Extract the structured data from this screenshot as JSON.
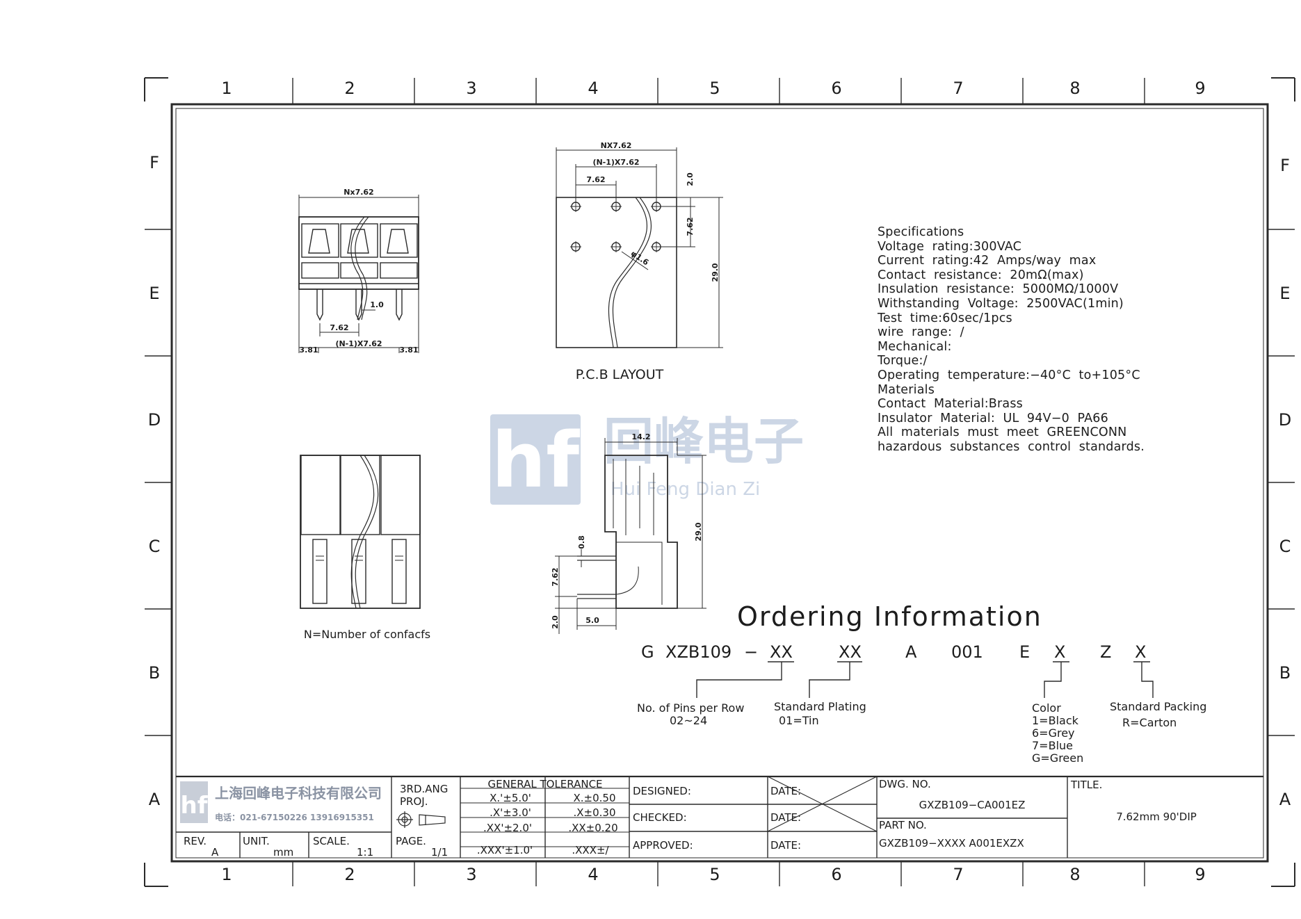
{
  "frame": {
    "columns": [
      "1",
      "2",
      "3",
      "4",
      "5",
      "6",
      "7",
      "8",
      "9"
    ],
    "rows": [
      "F",
      "E",
      "D",
      "C",
      "B",
      "A"
    ]
  },
  "watermark": {
    "logo_text": "hf",
    "chinese": "回峰电子",
    "pinyin": "Hui Feng Dian Zi"
  },
  "front_view": {
    "dim_top": "Nx7.62",
    "dim_pitch": "7.62",
    "dim_span": "(N-1)X7.62",
    "dim_edge_left": "3.81",
    "dim_edge_right": "3.81",
    "dim_pin": "1.0"
  },
  "pcb_layout": {
    "dim_total": "NX7.62",
    "dim_span": "(N-1)X7.62",
    "dim_pitch": "7.62",
    "dim_top_offset": "2.0",
    "dim_row_pitch": "7.62",
    "dim_height": "29.0",
    "dim_hole": "φ1.6",
    "caption": "P.C.B  LAYOUT"
  },
  "bottom_view": {
    "caption": "N=Number  of  confacfs"
  },
  "side_view": {
    "dim_width": "14.2",
    "dim_height": "29.0",
    "dim_pin_thk": "0.8",
    "dim_row_pitch": "7.62",
    "dim_bottom": "2.0",
    "dim_pin_len": "5.0"
  },
  "specifications": [
    "Specifications",
    "Voltage  rating:300VAC",
    "Current  rating:42  Amps/way  max",
    "Contact  resistance:  20mΩ(max)",
    "Insulation  resistance:  5000MΩ/1000V",
    "Withstanding  Voltage:  2500VAC(1min)",
    "Test  time:60sec/1pcs",
    "wire  range:  /",
    "Mechanical:",
    "Torque:/",
    "Operating  temperature:−40°C  to+105°C",
    "Materials",
    "Contact  Material:Brass",
    "Insulator  Material:  UL  94V−0  PA66",
    "All  materials  must  meet  GREENCONN",
    "hazardous  substances  control  standards."
  ],
  "ordering": {
    "title": "Ordering  Information",
    "code_parts": [
      "G",
      "XZB109",
      "−",
      "XX",
      "XX",
      "A",
      "001",
      "E",
      "X",
      "Z",
      "X"
    ],
    "pins_label": "No.  of  Pins  per  Row",
    "pins_range": "02~24",
    "plating_label": "Standard  Plating",
    "plating_value": "01=Tin",
    "color_label": "Color",
    "color_options": [
      "1=Black",
      "6=Grey",
      "7=Blue",
      "G=Green"
    ],
    "packing_label": "Standard  Packing",
    "packing_value": "R=Carton"
  },
  "title_block": {
    "company_cn": "上海回峰电子科技有限公司",
    "company_phone": "电话：021-67150226  13916915351",
    "projection_line1": "3RD.ANG",
    "projection_line2": "PROJ.",
    "tolerance_header": "GENERAL  TOLERANCE",
    "tolerance_rows": [
      [
        "X.'±5.0'",
        "X.±0.50"
      ],
      [
        ".X'±3.0'",
        ".X±0.30"
      ],
      [
        ".XX'±2.0'",
        ".XX±0.20"
      ],
      [
        ".XXX'±1.0'",
        ".XXX±/"
      ]
    ],
    "designed": "DESIGNED:",
    "checked": "CHECKED:",
    "approved": "APPROVED:",
    "date": "DATE:",
    "dwg_label": "DWG.  NO.",
    "dwg_no": "GXZB109−CA001EZ",
    "part_label": "PART  NO.",
    "part_no": "GXZB109−XXXX  A001EXZX",
    "title_label": "TITLE.",
    "title_value": "7.62mm  90'DIP",
    "rev_label": "REV.",
    "rev_value": "A",
    "unit_label": "UNIT.",
    "unit_value": "mm",
    "scale_label": "SCALE.",
    "scale_value": "1:1",
    "page_label": "PAGE.",
    "page_value": "1/1"
  }
}
